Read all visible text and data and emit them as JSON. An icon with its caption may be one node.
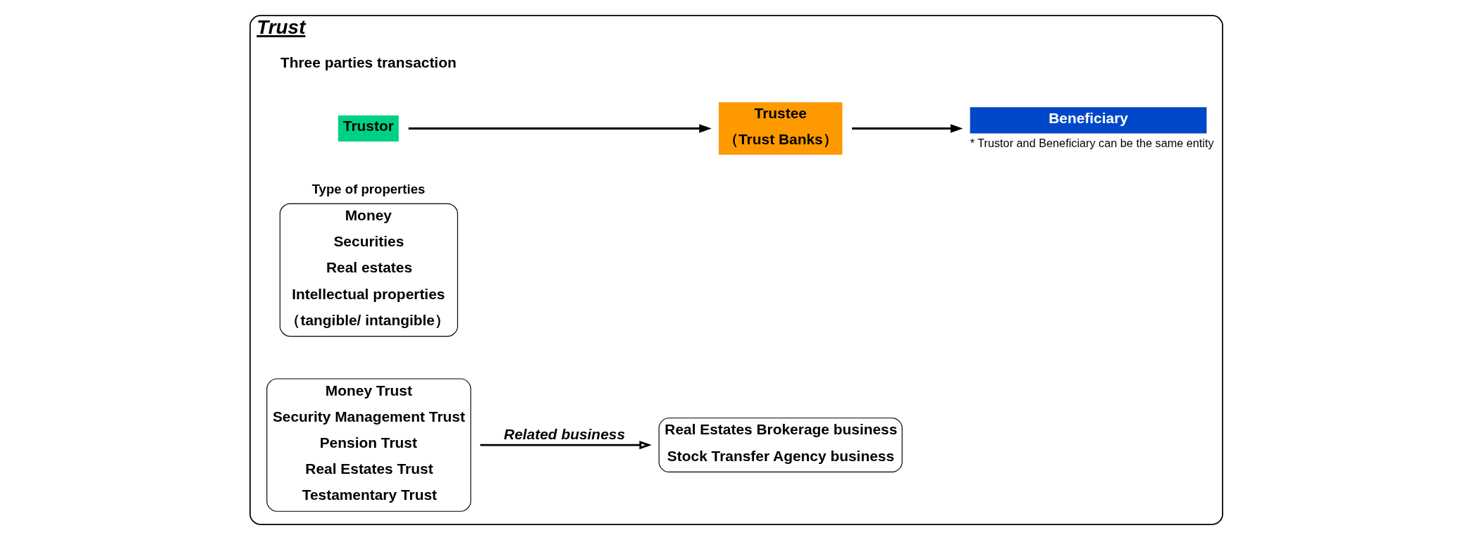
{
  "diagram": {
    "nodes": [
      {
        "text": [
          "Trust"
        ]
      },
      {
        "text": [
          "Trustee",
          "（Trust Banks）"
        ],
        "in": 0
      },
      {
        "text": [
          "Trustor"
        ],
        "in": 0
      },
      {
        "text": [
          "Beneficiary"
        ],
        "in": 0,
        "beside": [
          "* Trustor and Beneficiary can be the same entity"
        ]
      },
      {
        "text": [
          "Type of properties",
          "Money",
          "Securities",
          "Real estates",
          "Intellectual properties",
          "（tangible/ intangible）"
        ],
        "in": 0
      },
      {
        "text": [
          "Money Trust",
          "Security Management Trust",
          "Pension Trust",
          "Real Estates Trust",
          "Testamentary Trust"
        ],
        "in": 0
      },
      {
        "text": [
          "Real Estates Brokerage business",
          "Stock Transfer Agency business"
        ],
        "in": 0
      }
    ],
    "edges": [
      {
        "from": 2,
        "to": 1,
        "arrow": "to"
      },
      {
        "from": 1,
        "to": 3,
        "arrow": "to"
      },
      {
        "from": 5,
        "to": 6,
        "arrow": "to",
        "label": "Related business"
      }
    ],
    "labels": [
      "Three parties transaction"
    ]
  }
}
